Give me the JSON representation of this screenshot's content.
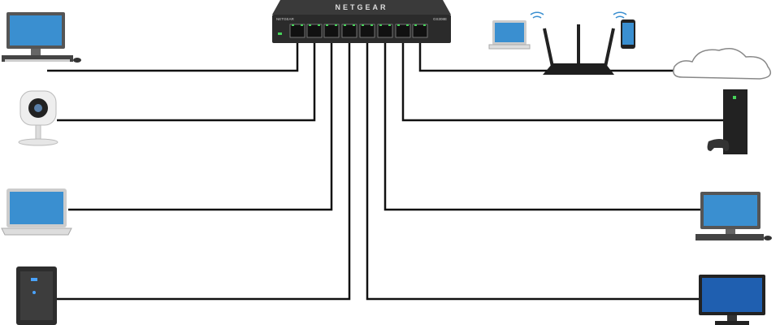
{
  "switch": {
    "brand_top": "NETGEAR",
    "brand_front": "NETGEAR",
    "model": "GS308E",
    "port_count": 8
  },
  "devices_left": [
    "desktop-computer",
    "security-camera",
    "laptop",
    "nas-storage"
  ],
  "devices_right": [
    "game-console-pc",
    "desktop-computer",
    "monitor"
  ],
  "top_right": [
    "laptop",
    "router",
    "smartphone",
    "cloud"
  ],
  "colors": {
    "cable": "#111111",
    "screen": "#3a8fd0",
    "switch_body": "#2b2b2b",
    "port_led": "#46d35a"
  }
}
